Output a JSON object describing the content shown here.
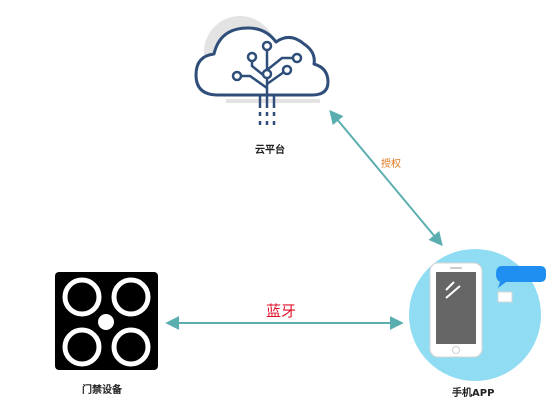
{
  "nodes": {
    "cloud": {
      "label": "云平台"
    },
    "phone": {
      "label": "手机APP"
    },
    "door": {
      "label": "门禁设备"
    }
  },
  "edges": {
    "auth": {
      "label": "授权",
      "color": "#e07a1f"
    },
    "bluetooth": {
      "label": "蓝牙",
      "color": "#e0102a"
    }
  },
  "colors": {
    "arrow": "#5aaeb0",
    "cloud_outline": "#2f4f7a",
    "cloud_shadow": "#e3e3e3",
    "phone_circle": "#8fdcf3",
    "phone_screen": "#666666",
    "bubble": "#1e8ff0",
    "door_panel": "#000000"
  }
}
